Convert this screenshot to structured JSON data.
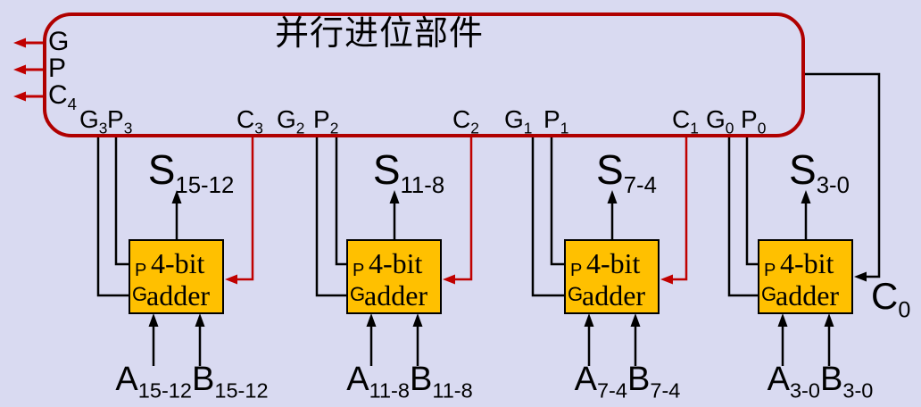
{
  "colors": {
    "background": "#d9daf1",
    "unit_outline_red": "#b00000",
    "carry_wire_red": "#c00000",
    "adder_fill_orange": "#ffc000",
    "wire_black": "#000000",
    "text_black": "#000000"
  },
  "carry_unit": {
    "title": "并行进位部件",
    "outputs": [
      {
        "base": "G",
        "sub": ""
      },
      {
        "base": "P",
        "sub": ""
      },
      {
        "base": "C",
        "sub": "4"
      }
    ],
    "bottom_labels": [
      {
        "base": "G",
        "sub": "3"
      },
      {
        "base": "P",
        "sub": "3"
      },
      {
        "base": "C",
        "sub": "3"
      },
      {
        "base": "G",
        "sub": "2"
      },
      {
        "base": "P",
        "sub": "2"
      },
      {
        "base": "C",
        "sub": "2"
      },
      {
        "base": "G",
        "sub": "1"
      },
      {
        "base": "P",
        "sub": "1"
      },
      {
        "base": "C",
        "sub": "1"
      },
      {
        "base": "G",
        "sub": "0"
      },
      {
        "base": "P",
        "sub": "0"
      }
    ]
  },
  "adders": [
    {
      "p_pin": "P",
      "g_pin": "G",
      "label_line1": "4-bit",
      "label_line2": "adder",
      "sum": {
        "base": "S",
        "sub": "15-12"
      },
      "input_a": {
        "base": "A",
        "sub": "15-12"
      },
      "input_b": {
        "base": "B",
        "sub": "15-12"
      }
    },
    {
      "p_pin": "P",
      "g_pin": "G",
      "label_line1": "4-bit",
      "label_line2": "adder",
      "sum": {
        "base": "S",
        "sub": "11-8"
      },
      "input_a": {
        "base": "A",
        "sub": "11-8"
      },
      "input_b": {
        "base": "B",
        "sub": "11-8"
      }
    },
    {
      "p_pin": "P",
      "g_pin": "G",
      "label_line1": "4-bit",
      "label_line2": "adder",
      "sum": {
        "base": "S",
        "sub": "7-4"
      },
      "input_a": {
        "base": "A",
        "sub": "7-4"
      },
      "input_b": {
        "base": "B",
        "sub": "7-4"
      }
    },
    {
      "p_pin": "P",
      "g_pin": "G",
      "label_line1": "4-bit",
      "label_line2": "adder",
      "sum": {
        "base": "S",
        "sub": "3-0"
      },
      "input_a": {
        "base": "A",
        "sub": "3-0"
      },
      "input_b": {
        "base": "B",
        "sub": "3-0"
      }
    }
  ],
  "carry_in": {
    "base": "C",
    "sub": "0"
  }
}
